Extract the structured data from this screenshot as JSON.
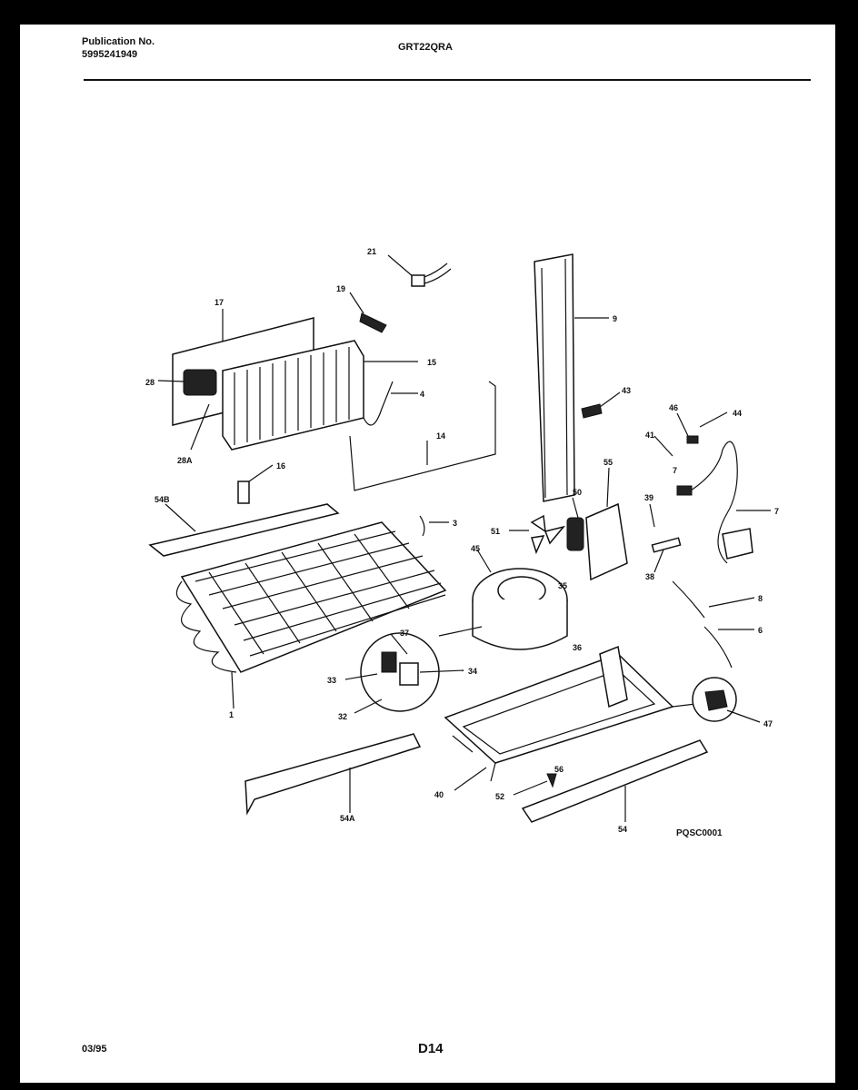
{
  "header": {
    "publication_label": "Publication No.",
    "publication_number": "5995241949",
    "model": "GRT22QRA"
  },
  "diagram": {
    "drawing_code": "PQSC0001",
    "callouts": {
      "c21": "21",
      "c19": "19",
      "c17": "17",
      "c15": "15",
      "c4": "4",
      "c14": "14",
      "c28": "28",
      "c28a": "28A",
      "c16": "16",
      "c9": "9",
      "c43": "43",
      "c46": "46",
      "c44": "44",
      "c41": "41",
      "c7a": "7",
      "c7b": "7",
      "c54b": "54B",
      "c3": "3",
      "c1": "1",
      "c51": "51",
      "c50": "50",
      "c55": "55",
      "c39": "39",
      "c38": "38",
      "c45": "45",
      "c8": "8",
      "c6": "6",
      "c37": "37",
      "c33": "33",
      "c34": "34",
      "c32": "32",
      "c35": "35",
      "c36": "36",
      "c40": "40",
      "c47": "47",
      "c54a": "54A",
      "c52": "52",
      "c56": "56",
      "c54": "54"
    }
  },
  "footer": {
    "date": "03/95",
    "page": "D14"
  }
}
